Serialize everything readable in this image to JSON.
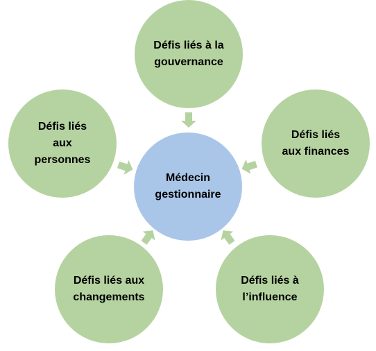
{
  "center": {
    "label": "Médecin\ngestionnaire",
    "color": "#A9C6E8"
  },
  "nodes": [
    {
      "id": "gouvernance",
      "label": "Défis liés à la\ngouvernance"
    },
    {
      "id": "finances",
      "label": "Défis liés\naux finances"
    },
    {
      "id": "influence",
      "label": "Défis liés à\nl’influence"
    },
    {
      "id": "changements",
      "label": "Défis liés aux\nchangements"
    },
    {
      "id": "personnes",
      "label": "Défis liés\naux\npersonnes"
    }
  ],
  "colors": {
    "outer_fill": "#B5D3A0",
    "arrow_fill": "#B5D3A0"
  }
}
